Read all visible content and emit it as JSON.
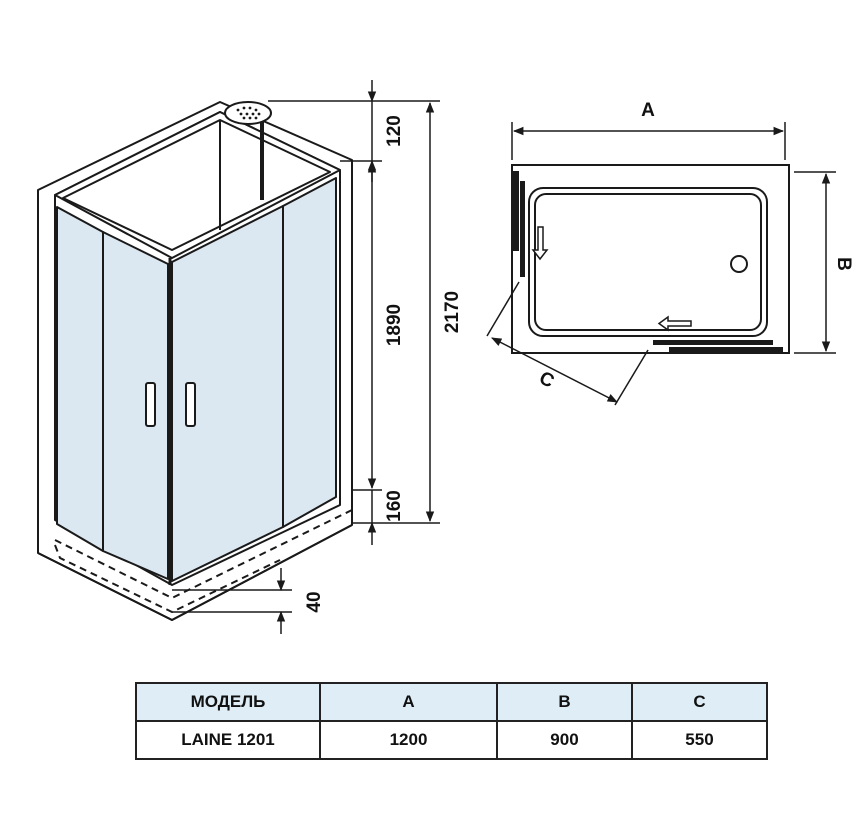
{
  "colors": {
    "glass": "#dbe8f1",
    "line": "#1a1a1a",
    "table_header_bg": "#dfeef6"
  },
  "front_view": {
    "dims": {
      "top_gap": "120",
      "panel_height": "1890",
      "total_height": "2170",
      "base_height": "160",
      "tray_depth": "40"
    }
  },
  "top_view": {
    "dims": {
      "width": "A",
      "depth": "B",
      "door": "C"
    }
  },
  "spec_table": {
    "headers": [
      "МОДЕЛЬ",
      "A",
      "B",
      "C"
    ],
    "rows": [
      [
        "LAINE 1201",
        "1200",
        "900",
        "550"
      ]
    ]
  }
}
